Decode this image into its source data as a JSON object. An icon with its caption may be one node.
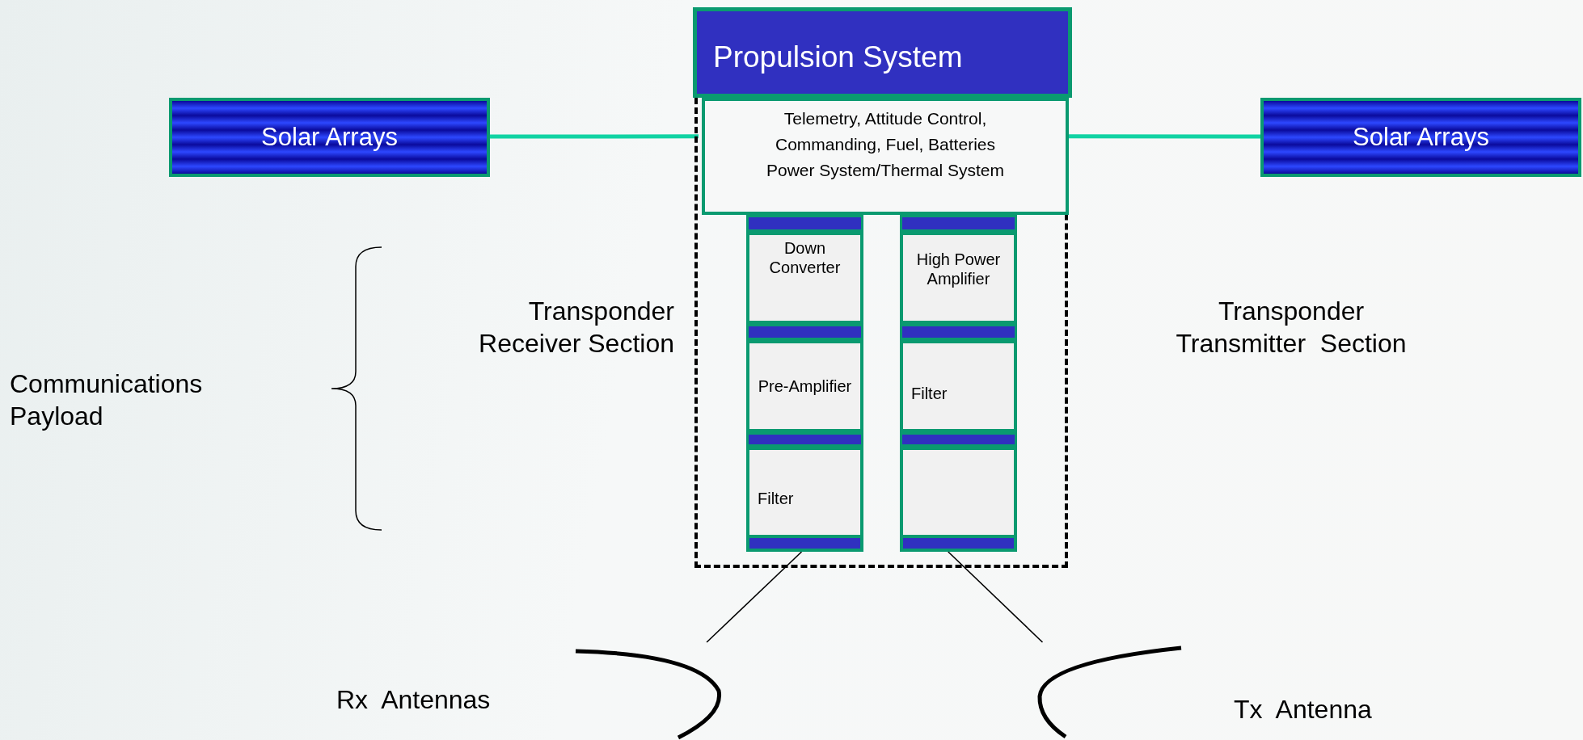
{
  "diagram": {
    "nodes": [
      {
        "text": [
          "Propulsion System"
        ]
      },
      {
        "text": [
          "Telemetry, Attitude Control, Commanding, Fuel, Batteries Power System/Thermal System"
        ],
        "in": 4
      },
      {
        "text": [
          "Solar Arrays"
        ]
      },
      {
        "text": [
          "Solar Arrays"
        ]
      },
      {
        "text": [],
        "shape": "box"
      },
      {
        "text": [
          "Down Converter"
        ],
        "in": 4
      },
      {
        "text": [
          "Pre-Amplifier"
        ],
        "in": 4
      },
      {
        "text": [
          "Filter"
        ],
        "in": 4
      },
      {
        "text": [
          "High Power Amplifier"
        ],
        "in": 4
      },
      {
        "text": [
          "Filter"
        ],
        "in": 4
      },
      {
        "text": [],
        "shape": "box",
        "in": 4
      },
      {
        "text": [],
        "shape": "arc",
        "beside": [
          "Rx  Antennas"
        ]
      },
      {
        "text": [],
        "shape": "arc",
        "beside": [
          "Tx  Antenna"
        ]
      },
      {
        "text": [],
        "shape": "bar",
        "in": 4
      },
      {
        "text": [],
        "shape": "bar",
        "in": 4
      },
      {
        "text": [],
        "shape": "bar",
        "in": 4
      },
      {
        "text": [],
        "shape": "bar",
        "in": 4
      },
      {
        "text": [],
        "shape": "bar",
        "in": 4
      },
      {
        "text": [],
        "shape": "bar",
        "in": 4
      }
    ],
    "edges": [
      {
        "from": 2,
        "to": 1,
        "arrow": "none",
        "style": "thick",
        "color": "#11d3a3"
      },
      {
        "from": 3,
        "to": 1,
        "arrow": "none",
        "style": "thick",
        "color": "#11d3a3"
      },
      {
        "from": 7,
        "to": 11,
        "arrow": "none",
        "color": "#000000"
      },
      {
        "from": 10,
        "to": 12,
        "arrow": "none",
        "color": "#000000"
      }
    ],
    "labels": [
      "Transponder Receiver Section",
      "Transponder Transmitter  Section",
      "Communications Payload"
    ]
  }
}
